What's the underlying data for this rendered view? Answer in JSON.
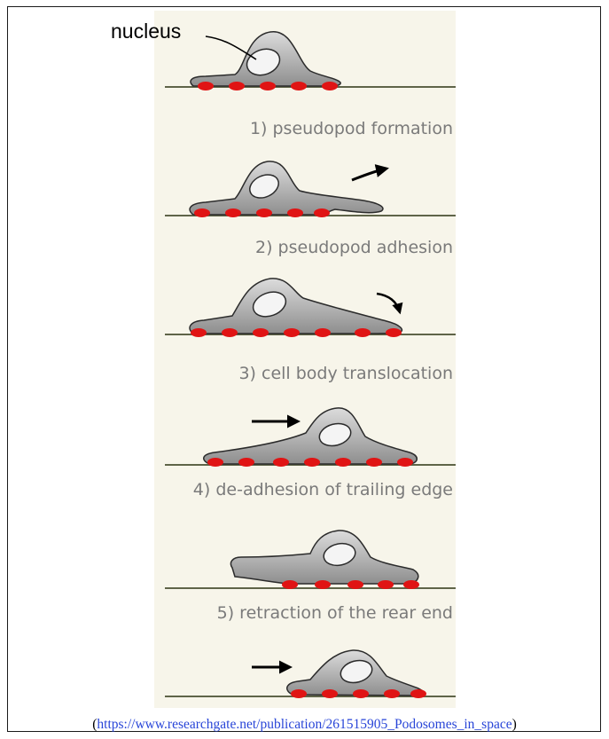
{
  "labels": {
    "nucleus": "nucleus"
  },
  "steps": [
    {
      "label": "1) pseudopod formation"
    },
    {
      "label": "2) pseudopod adhesion"
    },
    {
      "label": "3) cell body translocation"
    },
    {
      "label": "4) de-adhesion of trailing edge"
    },
    {
      "label": "5) retraction of the rear end"
    }
  ],
  "source": {
    "prefix": "(",
    "url": "https://www.researchgate.net/publication/261515905_Podosomes_in_space",
    "suffix": ")"
  },
  "colors": {
    "cell_fill": "#b9b9b9",
    "cell_outline": "#2b2b2b",
    "nucleus_fill": "#f4f4f4",
    "adhesion_dot": "#e01414",
    "substrate_line": "#5f6448",
    "label_text": "#7a7a7a",
    "link": "#2845d8"
  }
}
